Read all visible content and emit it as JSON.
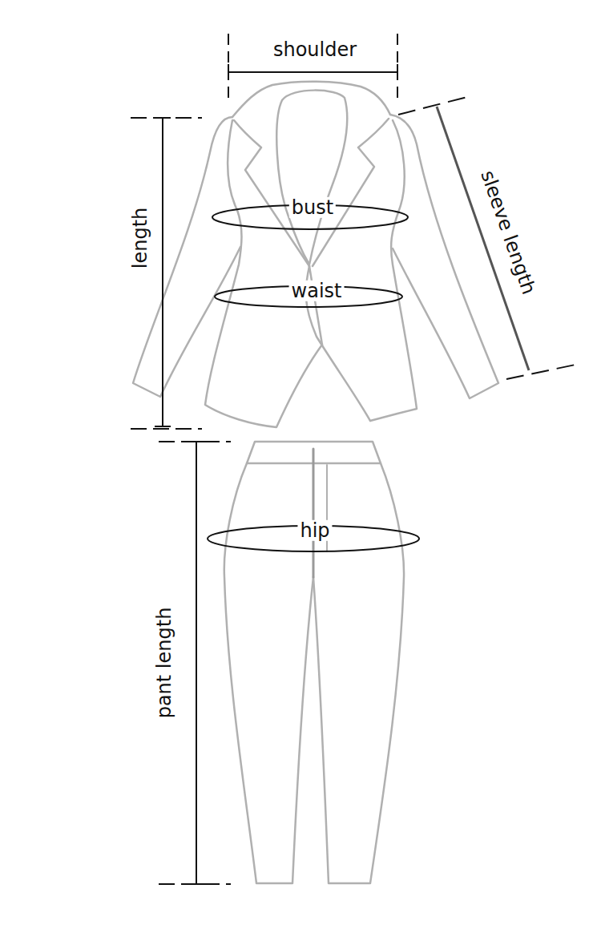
{
  "diagram": {
    "labels": [
      "shoulder",
      "length",
      "bust",
      "waist",
      "sleeve length",
      "hip",
      "pant length"
    ]
  }
}
